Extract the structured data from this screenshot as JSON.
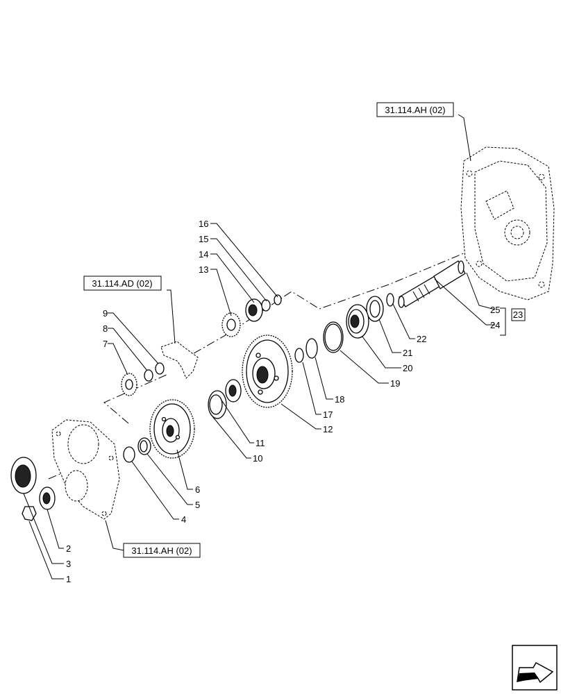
{
  "references": {
    "ref_top": "31.114.AH (02)",
    "ref_mid": "31.114.AD (02)",
    "ref_bottom": "31.114.AH (02)"
  },
  "group_label": "23",
  "callouts": [
    "1",
    "2",
    "3",
    "4",
    "5",
    "6",
    "7",
    "8",
    "9",
    "10",
    "11",
    "12",
    "13",
    "14",
    "15",
    "16",
    "17",
    "18",
    "19",
    "20",
    "21",
    "22",
    "24",
    "25"
  ],
  "nav_icon": "arrow-icon"
}
